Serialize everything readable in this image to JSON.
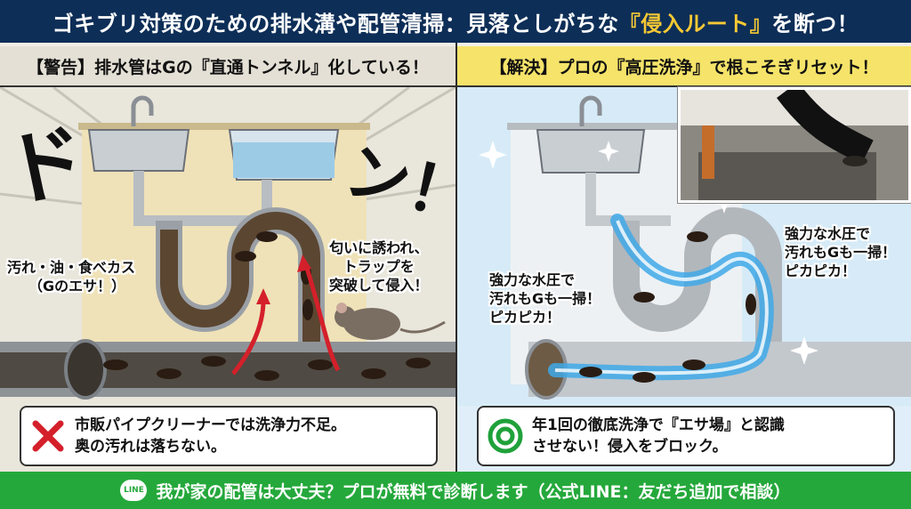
{
  "title": {
    "prefix": "ゴキブリ対策のための排水溝や配管清掃：見落としがちな",
    "highlight": "『侵入ルート』",
    "suffix": "を断つ！"
  },
  "left": {
    "header": "【警告】排水管はGの『直通トンネル』化している！",
    "sfx_do": "ド",
    "sfx_n": "ン！",
    "label_dirt_1": "汚れ・油・食べカス",
    "label_dirt_2": "（Gのエサ！）",
    "label_smell_1": "匂いに誘われ、",
    "label_smell_2": "トラップを",
    "label_smell_3": "突破して侵入！",
    "caption_1": "市販パイプクリーナーでは洗浄力不足。",
    "caption_2": "奥の汚れは落ちない。"
  },
  "right": {
    "header": "【解決】プロの『高圧洗浄』で根こそぎリセット！",
    "label_a_1": "強力な水圧で",
    "label_a_2": "汚れもGも一掃！",
    "label_a_3": "ピカピカ！",
    "label_b_1": "強力な水圧で",
    "label_b_2": "汚れもGも一掃！",
    "label_b_3": "ピカピカ！",
    "caption_1": "年1回の徹底洗浄で『エサ場』と認識",
    "caption_2": "させない！侵入をブロック。"
  },
  "footer": {
    "badge": "LINE",
    "text": "我が家の配管は大丈夫？プロが無料で診断します（公式LINE：友だち追加で相談）"
  },
  "colors": {
    "navy": "#0d2e57",
    "accent": "#f7c934",
    "line_green": "#25a83b",
    "warning_red": "#d4202a",
    "ok_green": "#1fa13a",
    "water": "#3fa9e8"
  },
  "icons": {
    "bad": "cross-icon",
    "good": "double-circle-icon",
    "line": "line-app-icon"
  }
}
